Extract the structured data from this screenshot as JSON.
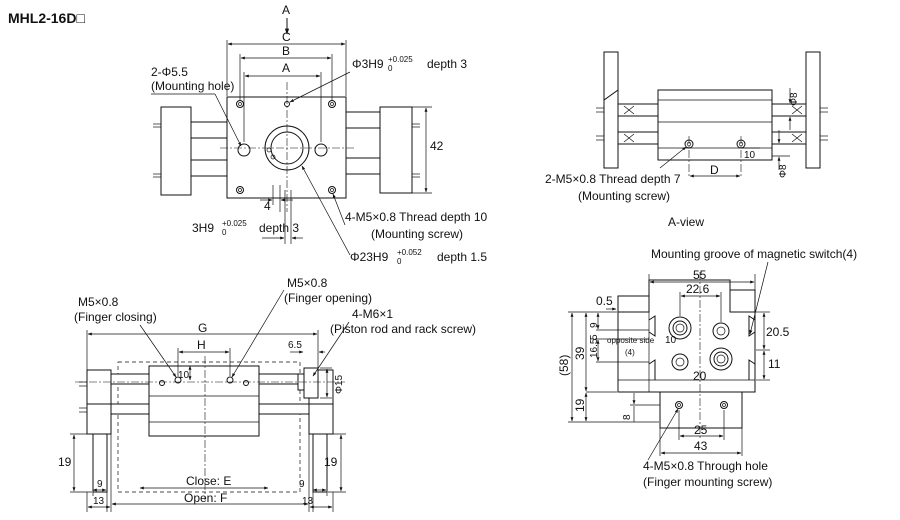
{
  "title": "MHL2-16D□",
  "top_view": {
    "A_arrow": "A",
    "C": "C",
    "B": "B",
    "A_inner": "A",
    "mount_hole_1": "2-Φ5.5",
    "mount_hole_2": "(Mounting hole)",
    "pin_hole_main": "Φ3H9",
    "pin_hole_tol_up": "+0.025",
    "pin_hole_tol_lo": "0",
    "pin_hole_depth": "depth 3",
    "dim_42": "42",
    "dim_4": "4",
    "slot_main": "3H9",
    "slot_tol_up": "+0.025",
    "slot_tol_lo": "0",
    "slot_depth": "depth 3",
    "thread_1": "4-M5×0.8 Thread depth 10",
    "thread_2": "(Mounting screw)",
    "boss_main": "Φ23H9",
    "boss_tol_up": "+0.052",
    "boss_tol_lo": "0",
    "boss_depth": "depth 1.5"
  },
  "a_view": {
    "phi8_top": "Φ8",
    "phi8_bottom": "Φ8",
    "dim_10": "10",
    "D": "D",
    "thread_1": "2-M5×0.8 Thread depth 7",
    "thread_2": "(Mounting screw)",
    "caption": "A-view"
  },
  "front_view": {
    "close_port_1": "M5×0.8",
    "close_port_2": "(Finger closing)",
    "open_port_1": "M5×0.8",
    "open_port_2": "(Finger opening)",
    "G": "G",
    "H": "H",
    "dim_6_5": "6.5",
    "piston_1": "4-M6×1",
    "piston_2": "(Piston rod and rack screw)",
    "dim_10": "10",
    "dim_phi15": "Φ15",
    "dim_19_left": "19",
    "dim_19_right": "19",
    "dim_9_left": "9",
    "dim_13_left": "13",
    "dim_9_right": "9",
    "dim_13_right": "13",
    "close_E": "Close: E",
    "open_F": "Open: F"
  },
  "side_view": {
    "groove": "Mounting groove of magnetic switch(4)",
    "dim_55": "55",
    "dim_22_6": "22.6",
    "dim_0_5": "0.5",
    "dim_9": "9",
    "dim_5": "5",
    "dim_39": "39",
    "dim_16_5": "16.5",
    "dim_58": "(58)",
    "dim_19": "19",
    "opposite_side": "opposite side",
    "opposite_4": "(4)",
    "dim_10": "10",
    "dim_20_5": "20.5",
    "dim_11": "11",
    "dim_20": "20",
    "dim_8": "8",
    "dim_25": "25",
    "dim_43": "43",
    "through_1": "4-M5×0.8 Through hole",
    "through_2": "(Finger mounting screw)"
  }
}
